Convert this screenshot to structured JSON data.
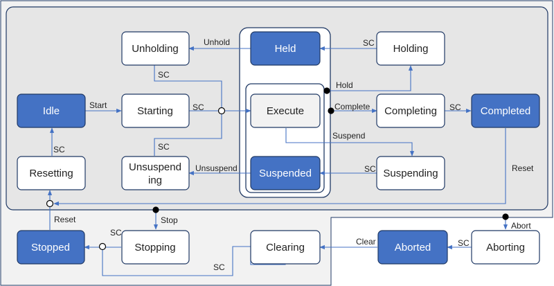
{
  "colors": {
    "active_fill": "#4472c4",
    "active_text": "#ffffff",
    "state_fill": "#ffffff",
    "state_border": "#1f3864",
    "execute_fill": "#f2f2f2",
    "region_fill": "#e6e6e6",
    "outer_fill": "#f2f2f2",
    "arrow": "#4472c4",
    "connector": "#000000"
  },
  "states": {
    "unholding": "Unholding",
    "held": "Held",
    "holding": "Holding",
    "idle": "Idle",
    "starting": "Starting",
    "execute": "Execute",
    "completing": "Completing",
    "completed": "Completed",
    "resetting": "Resetting",
    "unsuspending_1": "Unsuspend",
    "unsuspending_2": "ing",
    "suspended": "Suspended",
    "suspending": "Suspending",
    "stopped": "Stopped",
    "stopping": "Stopping",
    "clearing": "Clearing",
    "aborted": "Aborted",
    "aborting": "Aborting"
  },
  "transitions": {
    "unhold": "Unhold",
    "sc_holding_held": "SC",
    "sc_unholding_execute": "SC",
    "hold": "Hold",
    "start": "Start",
    "sc_starting_execute": "SC",
    "complete": "Complete",
    "sc_completing_completed": "SC",
    "suspend": "Suspend",
    "sc_resetting_idle": "SC",
    "sc_unsuspending_execute": "SC",
    "unsuspend": "Unsuspend",
    "sc_suspending_suspended": "SC",
    "reset_completed": "Reset",
    "stop": "Stop",
    "abort": "Abort",
    "reset_stopped": "Reset",
    "sc_stopping_stopped": "SC",
    "clear": "Clear",
    "sc_aborting_aborted": "SC",
    "sc_clearing_stopped": "SC"
  }
}
